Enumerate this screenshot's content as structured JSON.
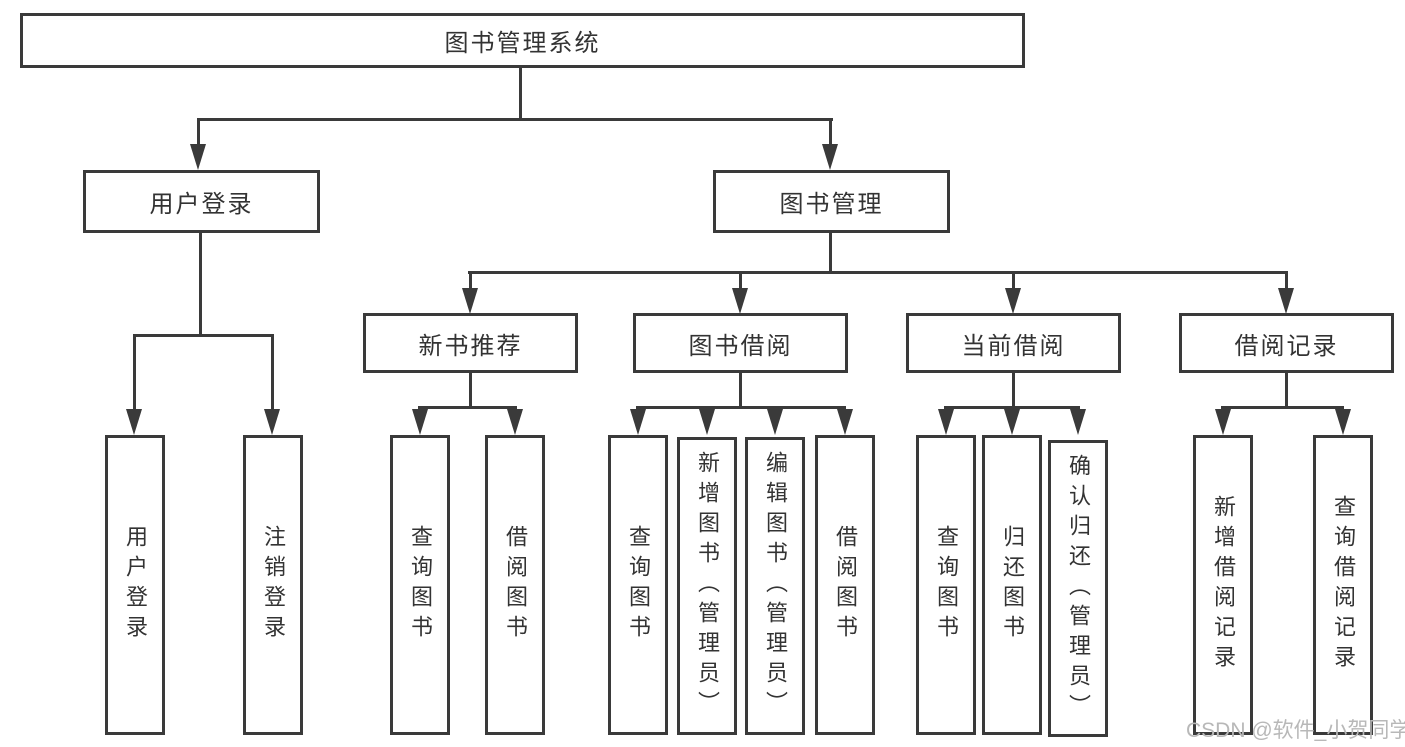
{
  "diagram": {
    "root": {
      "label": "图书管理系统"
    },
    "level2": {
      "user_login": {
        "label": "用户登录"
      },
      "book_management": {
        "label": "图书管理"
      }
    },
    "level3": {
      "new_book_recommend": {
        "label": "新书推荐"
      },
      "book_borrow": {
        "label": "图书借阅"
      },
      "current_borrow": {
        "label": "当前借阅"
      },
      "borrow_records": {
        "label": "借阅记录"
      }
    },
    "leaves": {
      "user_login": {
        "label": "用户登录"
      },
      "logout": {
        "label": "注销登录"
      },
      "rec_query_books": {
        "label": "查询图书"
      },
      "rec_borrow_books": {
        "label": "借阅图书"
      },
      "bb_query_books": {
        "label": "查询图书"
      },
      "bb_add_books": {
        "label": "新增图书（管理员）"
      },
      "bb_edit_books": {
        "label": "编辑图书（管理员）"
      },
      "bb_borrow_books": {
        "label": "借阅图书"
      },
      "cb_query_books": {
        "label": "查询图书"
      },
      "cb_return_books": {
        "label": "归还图书"
      },
      "cb_confirm_return": {
        "label": "确认归还（管理员）"
      },
      "br_add_record": {
        "label": "新增借阅记录"
      },
      "br_query_record": {
        "label": "查询借阅记录"
      }
    },
    "watermark": "CSDN @软件_小贺同学",
    "colors": {
      "line": "#3a3a3a",
      "text": "#333333",
      "watermark": "#b8b8b8"
    }
  }
}
